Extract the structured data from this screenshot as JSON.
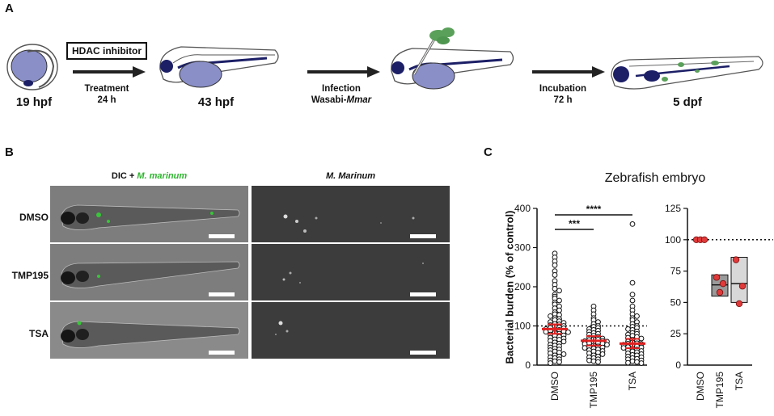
{
  "panels": {
    "a": {
      "letter": "A"
    },
    "b": {
      "letter": "B"
    },
    "c": {
      "letter": "C"
    }
  },
  "timeline": {
    "stages": [
      "19 hpf",
      "43 hpf",
      "5 dpf"
    ],
    "inhibitor_box": "HDAC inhibitor",
    "steps": [
      {
        "line1": "Treatment",
        "line2": "24 h"
      },
      {
        "line1": "Infection",
        "line2_prefix": "Wasabi-",
        "line2_italic": "Mmar"
      },
      {
        "line1": "Incubation",
        "line2": "72 h"
      }
    ]
  },
  "microscopy": {
    "col_dic_prefix": "DIC + ",
    "col_dic_green": "M. marinum",
    "col_fluor": "M. Marinum",
    "rows": [
      "DMSO",
      "TMP195",
      "TSA"
    ]
  },
  "chart_data": [
    {
      "type": "scatter",
      "title": "Zebrafish embryo",
      "ylabel": "Bacterial burden (% of control)",
      "categories": [
        "DMSO",
        "TMP195",
        "TSA"
      ],
      "ylim": [
        0,
        400
      ],
      "yticks": [
        0,
        100,
        200,
        300,
        400
      ],
      "reference_line": 100,
      "medians": [
        92,
        62,
        55
      ],
      "significance": [
        {
          "from": "DMSO",
          "to": "TMP195",
          "label": "***"
        },
        {
          "from": "DMSO",
          "to": "TSA",
          "label": "****"
        }
      ],
      "series": [
        {
          "values": [
            285,
            275,
            265,
            255,
            240,
            230,
            215,
            205,
            195,
            190,
            180,
            175,
            170,
            165,
            160,
            155,
            150,
            145,
            140,
            135,
            130,
            128,
            125,
            120,
            118,
            115,
            112,
            110,
            108,
            105,
            104,
            102,
            100,
            98,
            96,
            95,
            94,
            92,
            90,
            90,
            88,
            86,
            85,
            84,
            82,
            80,
            78,
            76,
            75,
            72,
            70,
            68,
            66,
            65,
            62,
            60,
            58,
            55,
            52,
            50,
            48,
            45,
            42,
            40,
            38,
            35,
            32,
            30,
            28,
            25,
            22,
            20,
            18,
            15,
            12,
            10,
            8,
            5
          ]
        },
        {
          "values": [
            150,
            140,
            130,
            120,
            115,
            110,
            105,
            100,
            98,
            95,
            92,
            90,
            88,
            85,
            82,
            80,
            78,
            75,
            72,
            70,
            68,
            66,
            65,
            64,
            62,
            61,
            60,
            58,
            57,
            56,
            55,
            54,
            52,
            50,
            48,
            46,
            45,
            44,
            42,
            40,
            38,
            36,
            35,
            32,
            30,
            28,
            25,
            22,
            20,
            18,
            15,
            12,
            10,
            8
          ]
        },
        {
          "values": [
            360,
            210,
            180,
            165,
            150,
            140,
            130,
            125,
            120,
            115,
            110,
            105,
            100,
            98,
            95,
            92,
            90,
            86,
            82,
            80,
            78,
            75,
            72,
            70,
            68,
            65,
            62,
            60,
            58,
            56,
            55,
            54,
            52,
            50,
            48,
            46,
            45,
            44,
            42,
            40,
            38,
            36,
            35,
            33,
            30,
            28,
            26,
            25,
            22,
            20,
            18,
            16,
            15,
            12,
            10,
            8,
            6,
            5
          ]
        }
      ]
    },
    {
      "type": "scatter",
      "categories": [
        "DMSO",
        "TMP195",
        "TSA"
      ],
      "ylim": [
        0,
        125
      ],
      "yticks": [
        0,
        25,
        50,
        75,
        100,
        125
      ],
      "reference_line": 100,
      "series": [
        {
          "values": [
            100,
            100,
            100
          ]
        },
        {
          "values": [
            70,
            65,
            58
          ]
        },
        {
          "values": [
            84,
            63,
            49
          ]
        }
      ],
      "ranges": [
        [
          100,
          100
        ],
        [
          55,
          72
        ],
        [
          50,
          86
        ]
      ],
      "means": [
        100,
        64,
        65
      ]
    }
  ],
  "colors": {
    "embryo_body": "#8a8fc8",
    "dark_navy": "#1c1f66",
    "bacteria_green": "#5aa05a",
    "point_red": "#e03a3a",
    "median_red": "#e02020"
  }
}
